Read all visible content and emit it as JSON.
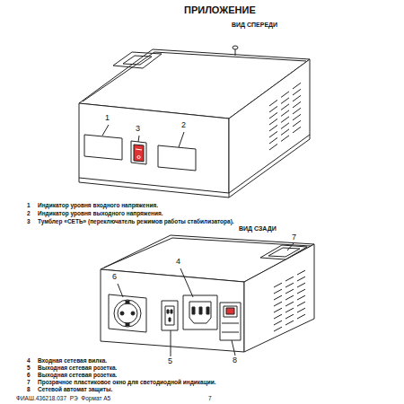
{
  "diagram": {
    "title": "ПРИЛОЖЕНИЕ",
    "labels": [
      "ВИД СПЕРЕДИ",
      "1",
      "3",
      "2",
      "1",
      "Индикатор уровня входного напряжения.",
      "2",
      "Индикатор уровня выходного напряжения.",
      "3",
      "Тумблер «СЕТЬ» (переключатель режимов работы стабилизатора).",
      "ВИД СЗАДИ",
      "7",
      "6",
      "4",
      "5",
      "8",
      "4",
      "Входная сетевая вилка.",
      "5",
      "Выходная сетевая розетка.",
      "6",
      "Выходная сетевая розетка.",
      "7",
      "Прозрачное пластиковое окно для светодиодной индикации.",
      "8",
      "Сетевой автомат защиты.",
      "ФИАШ.436218.037  РЭ  Формат А5",
      "7"
    ]
  }
}
